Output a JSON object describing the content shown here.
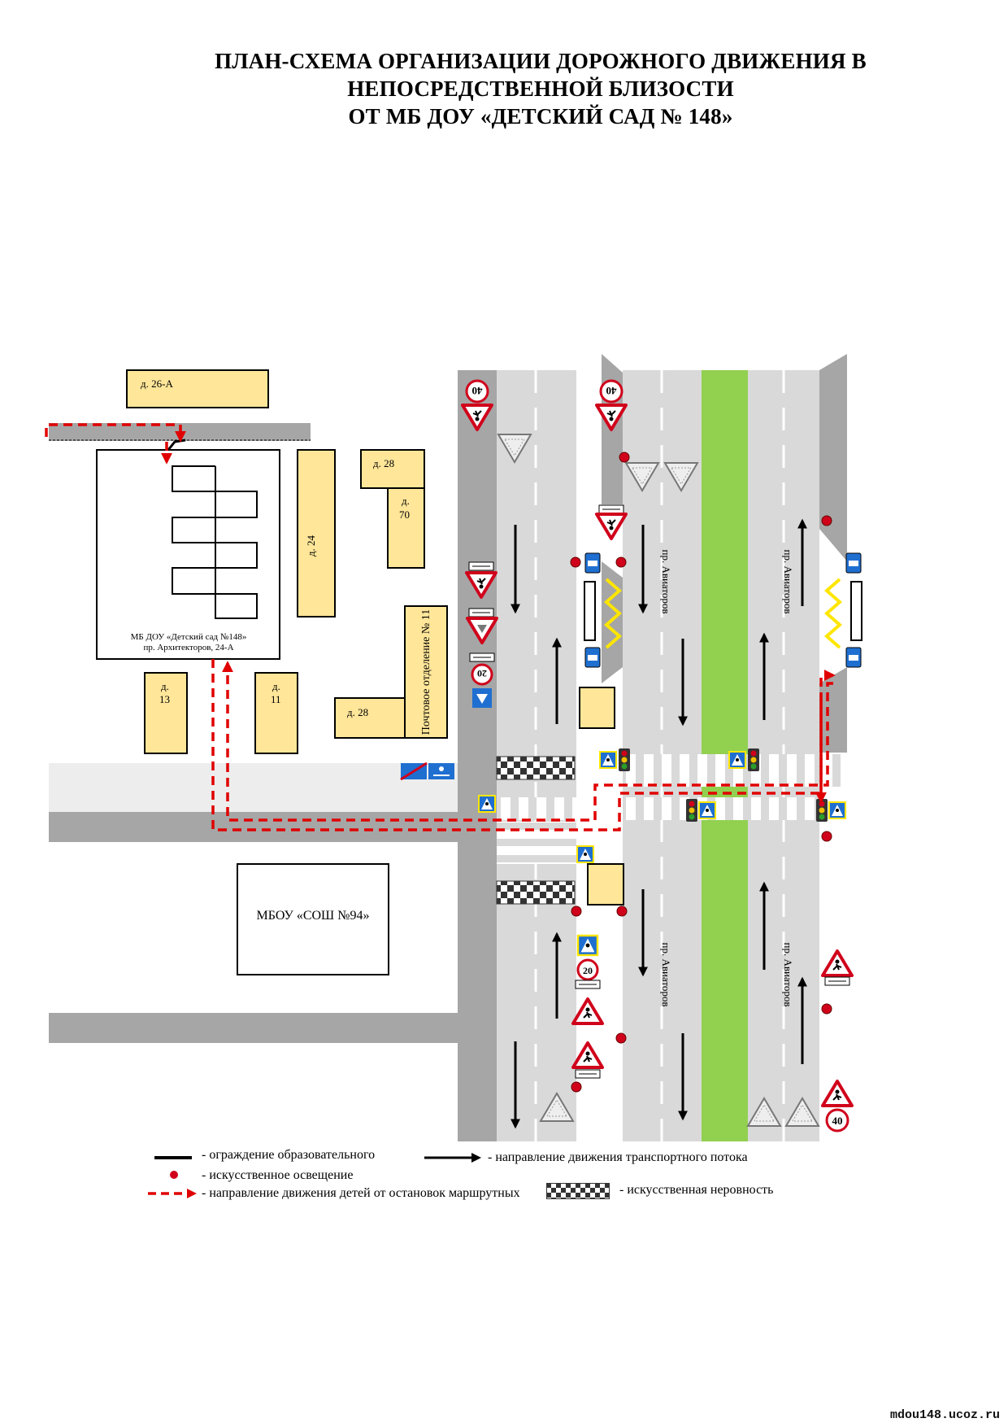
{
  "title": {
    "line1": "ПЛАН-СХЕМА ОРГАНИЗАЦИИ ДОРОЖНОГО ДВИЖЕНИЯ В",
    "line2": "НЕПОСРЕДСТВЕННОЙ БЛИЗОСТИ",
    "line3": "ОТ МБ ДОУ «ДЕТСКИЙ САД № 148»"
  },
  "buildings": {
    "d26a": "д. 26-А",
    "d28_top": "д. 28",
    "d70_line1": "д.",
    "d70_line2": "70",
    "d24": "д. 24",
    "post_office": "Почтовое отделение № 11",
    "d28_bottom": "д. 28",
    "d13_line1": "д.",
    "d13_line2": "13",
    "d11_line1": "д.",
    "d11_line2": "11",
    "kindergarten_line1": "МБ ДОУ «Детский сад №148»",
    "kindergarten_line2": "пр. Архитекторов, 24-А",
    "school": "МБОУ «СОШ №94»"
  },
  "streets": {
    "aviatorov": "пр. Авиаторов"
  },
  "signs": {
    "speed_40": "40",
    "speed_20": "20"
  },
  "legend": {
    "fence": "- ограждение образовательного",
    "lighting": "- искусственное освещение",
    "children_route": "- направление движения детей от остановок маршрутных",
    "traffic_direction": "- направление движения транспортного потока",
    "speed_bump": "- искусственная неровность"
  },
  "colors": {
    "road_dark": "#a6a6a6",
    "road_light": "#d9d9d9",
    "median": "#92d050",
    "building": "#ffe699",
    "route": "#e00000",
    "zigzag": "#ffe600",
    "sign_blue": "#1f6fd1",
    "sign_red": "#d0021b"
  },
  "watermark": "mdou148.ucoz.ru"
}
